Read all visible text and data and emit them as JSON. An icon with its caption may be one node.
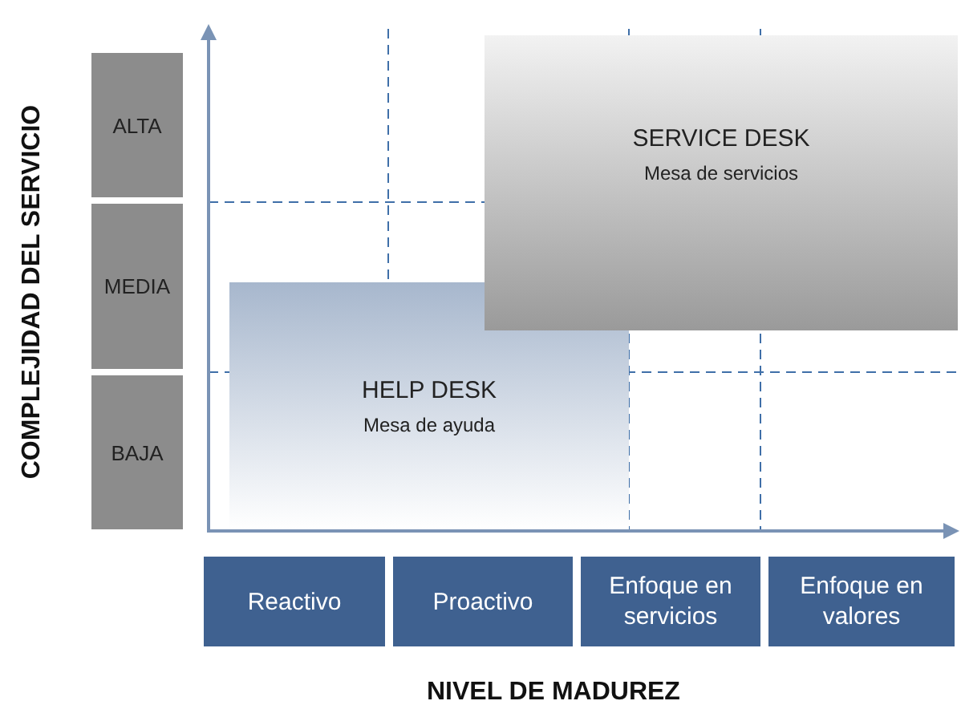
{
  "diagram": {
    "nodes": [
      {
        "text": [
          "ALTA"
        ]
      },
      {
        "text": [
          "MEDIA"
        ]
      },
      {
        "text": [
          "BAJA"
        ]
      },
      {
        "text": [
          "HELP DESK",
          "Mesa de ayuda"
        ]
      },
      {
        "text": [
          "SERVICE DESK",
          "Mesa de servicios"
        ]
      },
      {
        "text": [
          "Reactivo"
        ]
      },
      {
        "text": [
          "Proactivo"
        ]
      },
      {
        "text": [
          "Enfoque en servicios"
        ]
      },
      {
        "text": [
          "Enfoque en valores"
        ]
      }
    ],
    "labels": [
      "COMPLEJIDAD DEL SERVICIO",
      "NIVEL DE MADUREZ"
    ]
  }
}
